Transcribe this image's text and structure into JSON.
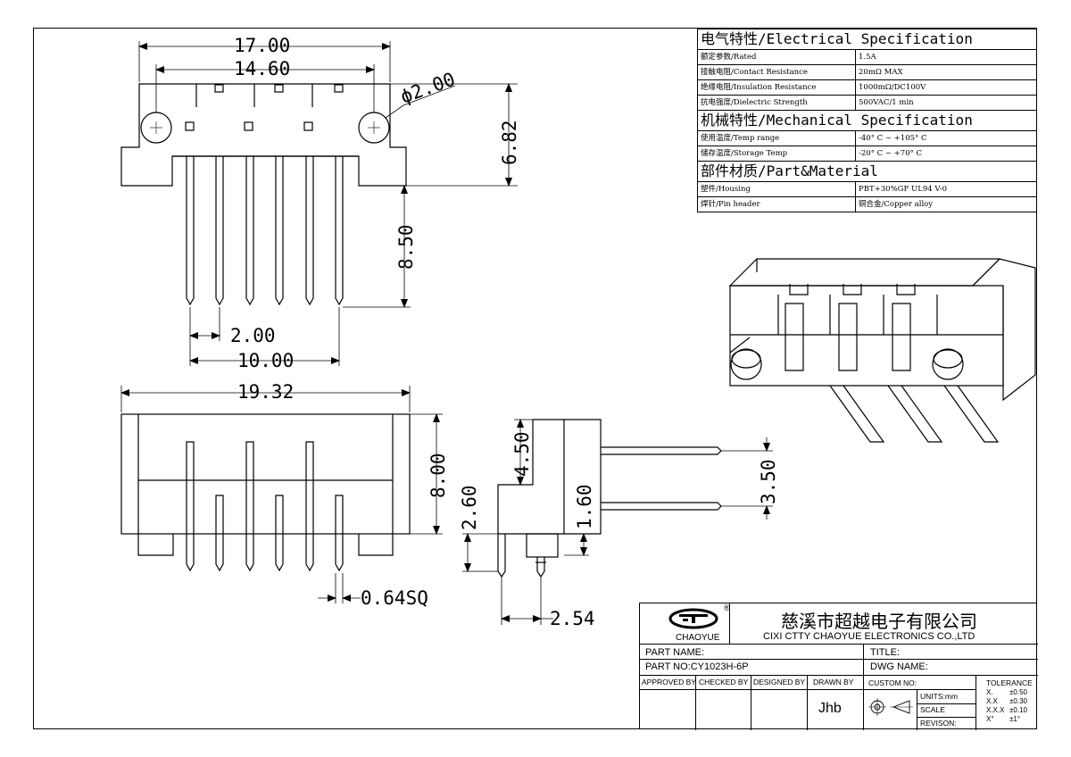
{
  "dims": {
    "top_overall": "17.00",
    "top_hole_span": "14.60",
    "hole_dia": "ϕ2.00",
    "height_body": "6.82",
    "pin_length": "8.50",
    "pitch": "2.00",
    "pin_span": "10.00",
    "front_width": "19.32",
    "front_height": "8.00",
    "pin_size": "0.64SQ",
    "side_upper": "4.50",
    "side_lower": "2.60",
    "side_offset": "1.60",
    "pin_gap": "3.50",
    "row_spacing": "2.54"
  },
  "spec": {
    "electrical_title": "电气特性/Electrical Specification",
    "electrical": [
      {
        "label": "额定参数/Rated",
        "value": "1.5A"
      },
      {
        "label": "接触电阻/Contact Resistance",
        "value": "20mΩ MAX"
      },
      {
        "label": "绝缘电阻/Insulation Resistance",
        "value": "1000mΩ/DC100V"
      },
      {
        "label": "抗电强度/Dielectric Strength",
        "value": "500VAC/1 min"
      }
    ],
    "mechanical_title": "机械特性/Mechanical Specification",
    "mechanical": [
      {
        "label": "使用温度/Temp range",
        "value": "-40° C ~ +105° C"
      },
      {
        "label": "储存温度/Storage Temp",
        "value": "-20° C ~ +70° C"
      }
    ],
    "material_title": "部件材质/Part&Material",
    "material": [
      {
        "label": "塑件/Housing",
        "value": "PBT+30%GF  UL94  V-0"
      },
      {
        "label": "焊针/Pin header",
        "value": "铜合金/Copper alloy"
      }
    ]
  },
  "titleblock": {
    "logo_text": "CHAOYUE",
    "logo_mark": "®",
    "company_cn": "慈溪市超越电子有限公司",
    "company_en": "CIXI CTTY CHAOYUE ELECTRONICS CO.,LTD",
    "part_name": "PART NAME:",
    "title": "TITLE:",
    "part_no": "PART NO:CY1023H-6P",
    "dwg_name": "DWG NAME:",
    "approved_by": "APPROVED BY",
    "checked_by": "CHECKED BY",
    "designed_by": "DESIGNED BY",
    "drawn_by": "DRAWN BY",
    "drawer": "Jhb",
    "custom_no": "CUSTOM NO:",
    "units": "UNITS:mm",
    "scale": "SCALE",
    "revision": "REVISON:",
    "tolerance_title": "TOLERANCE",
    "tolerances": [
      {
        "k": "X.",
        "v": "±0.50"
      },
      {
        "k": "X.X",
        "v": "±0.30"
      },
      {
        "k": "X.X.X",
        "v": "±0.10"
      },
      {
        "k": "X°",
        "v": "±1°"
      }
    ]
  }
}
